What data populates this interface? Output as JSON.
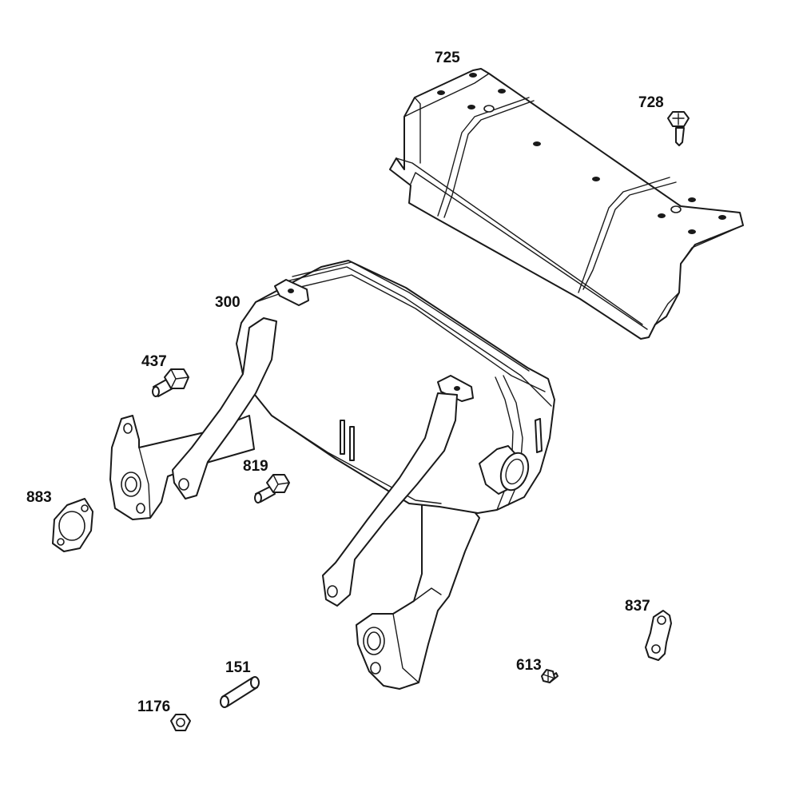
{
  "diagram": {
    "callouts": [
      {
        "id": "c725",
        "label": "725"
      },
      {
        "id": "c728",
        "label": "728"
      },
      {
        "id": "c300",
        "label": "300"
      },
      {
        "id": "c437",
        "label": "437"
      },
      {
        "id": "c819",
        "label": "819"
      },
      {
        "id": "c883",
        "label": "883"
      },
      {
        "id": "c837",
        "label": "837"
      },
      {
        "id": "c613",
        "label": "613"
      },
      {
        "id": "c151",
        "label": "151"
      },
      {
        "id": "c1176",
        "label": "1176"
      }
    ]
  }
}
